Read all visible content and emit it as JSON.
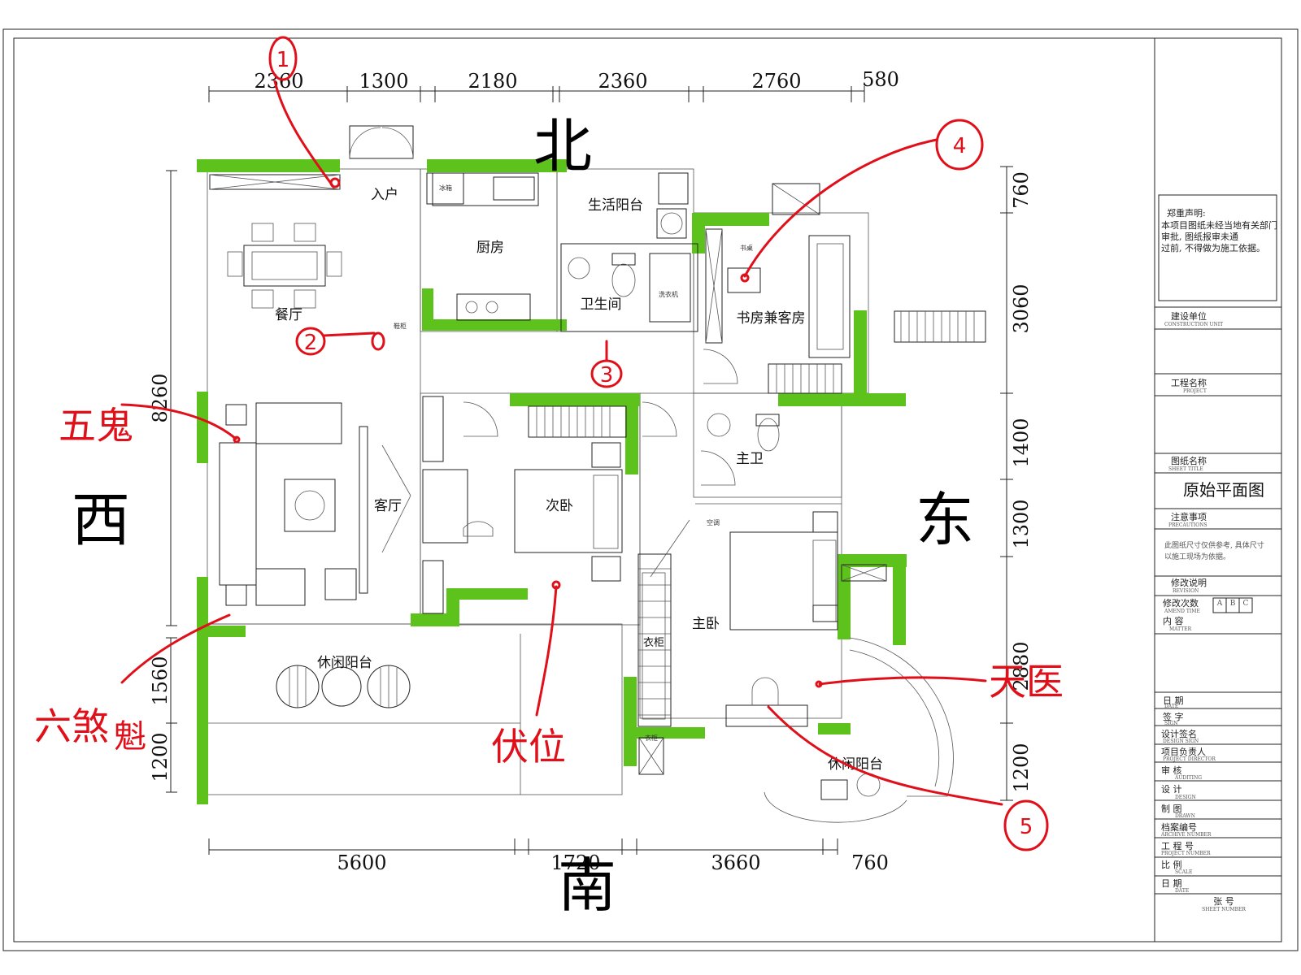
{
  "directions": {
    "north": "北",
    "south": "南",
    "east": "东",
    "west": "西"
  },
  "dimensions": {
    "top": [
      "2360",
      "1300",
      "2180",
      "2360",
      "2760",
      "580"
    ],
    "bottom": [
      "5600",
      "1720",
      "3660",
      "760"
    ],
    "left": [
      "8260",
      "1560",
      "1200"
    ],
    "right": [
      "760",
      "3060",
      "1400",
      "1300",
      "2880",
      "1200"
    ]
  },
  "rooms": {
    "entrance": "入户",
    "dining": "餐厅",
    "kitchen": "厨房",
    "utility_balcony": "生活阳台",
    "bathroom": "卫生间",
    "study": "书房兼客房",
    "living": "客厅",
    "second_bedroom": "次卧",
    "master_bath": "主卫",
    "master_bedroom": "主卧",
    "leisure_balcony_west": "休闲阳台",
    "leisure_balcony_east": "休闲阳台",
    "fridge": "冰箱",
    "shoe_cabinet": "鞋柜",
    "wardrobe": "衣柜",
    "washer": "洗衣机",
    "study_desk": "书桌",
    "ac": "空调",
    "walkin_closet": "衣柜"
  },
  "annotations": {
    "markers": [
      "1",
      "2",
      "3",
      "4",
      "5"
    ],
    "wugui": "五鬼",
    "liusha": "六煞",
    "fuwei": "伏位",
    "tianyi": "天医"
  },
  "title_block": {
    "statement_title": "郑重声明:",
    "statement_body": [
      "本项目图纸未经当地有关部门",
      "审批, 图纸报审未通",
      "过前, 不得做为施工依据。"
    ],
    "construction_unit": "建设单位",
    "construction_unit_en": "CONSTRUCTION UNIT",
    "project_name": "工程名称",
    "project_name_en": "PROJECT",
    "sheet_title_label": "图纸名称",
    "sheet_title_en": "SHEET TITLE",
    "sheet_title": "原始平面图",
    "notes_label": "注意事项",
    "notes_en": "PRECAUTIONS",
    "notes_body": [
      "此图纸尺寸仅供参考, 具体尺寸",
      "以施工现场为依据。"
    ],
    "revision_label": "修改说明",
    "revision_en": "REVISION",
    "revision_count": "修改次数",
    "revision_count_en": "AMEND TIME",
    "revision_cols": [
      "A",
      "B",
      "C"
    ],
    "content": "内 容",
    "content_en": "MATTER",
    "rows": [
      {
        "cn": "日 期",
        "en": "DATE"
      },
      {
        "cn": "签 字",
        "en": "SIGN"
      },
      {
        "cn": "设计签名",
        "en": "DESIGN SIGN"
      },
      {
        "cn": "项目负责人",
        "en": "PROJECT DIRECTOR"
      },
      {
        "cn": "审 核",
        "en": "AUDITING"
      },
      {
        "cn": "设 计",
        "en": "DESIGN"
      },
      {
        "cn": "制 图",
        "en": "DRAWN"
      },
      {
        "cn": "档案编号",
        "en": "ARCHIVE NUMBER"
      },
      {
        "cn": "工 程 号",
        "en": "PROJECT NUMBER"
      },
      {
        "cn": "比 例",
        "en": "SCALE"
      },
      {
        "cn": "日 期",
        "en": "DATE"
      }
    ],
    "sheet_no": "张 号",
    "sheet_no_en": "SHEET NUMBER"
  }
}
